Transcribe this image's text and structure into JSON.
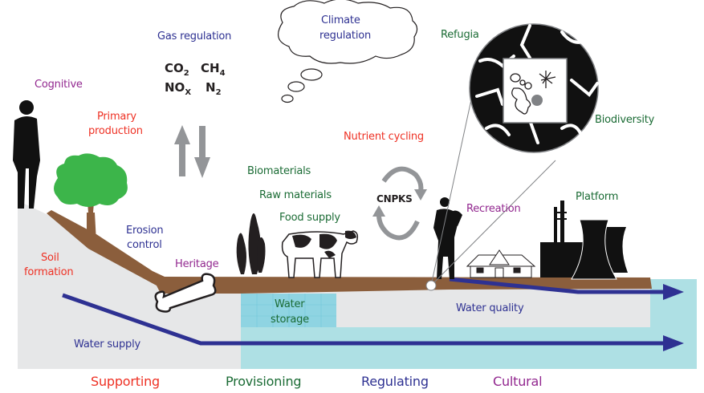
{
  "colors": {
    "supporting": "#ee3124",
    "provisioning": "#1a6b34",
    "regulating": "#2e3192",
    "cultural": "#92278f",
    "soil": "#8b5e3c",
    "ground": "#e6e7e8",
    "water": "#aee0e4",
    "water_arrow": "#2e3192",
    "tree_green": "#3cb54a",
    "arrow_gray": "#939598"
  },
  "labels": {
    "gas_regulation": "Gas regulation",
    "climate_regulation_1": "Climate",
    "climate_regulation_2": "regulation",
    "refugia": "Refugia",
    "cognitive": "Cognitive",
    "primary_production_1": "Primary",
    "primary_production_2": "production",
    "nutrient_cycling": "Nutrient cycling",
    "biodiversity": "Biodiversity",
    "biomaterials": "Biomaterials",
    "raw_materials": "Raw materials",
    "food_supply": "Food supply",
    "cnpks": "CNPKS",
    "recreation": "Recreation",
    "platform": "Platform",
    "erosion_control_1": "Erosion",
    "erosion_control_2": "control",
    "soil_formation_1": "Soil",
    "soil_formation_2": "formation",
    "heritage": "Heritage",
    "water_storage_1": "Water",
    "water_storage_2": "storage",
    "water_quality": "Water quality",
    "water_supply": "Water supply"
  },
  "gases": [
    {
      "base": "CO",
      "sub": "2"
    },
    {
      "base": "CH",
      "sub": "4"
    },
    {
      "base": "NO",
      "sub": "X"
    },
    {
      "base": "N",
      "sub": "2"
    }
  ],
  "categories": [
    {
      "name": "Supporting",
      "color": "#ee3124"
    },
    {
      "name": "Provisioning",
      "color": "#1a6b34"
    },
    {
      "name": "Regulating",
      "color": "#2e3192"
    },
    {
      "name": "Cultural",
      "color": "#92278f"
    }
  ]
}
